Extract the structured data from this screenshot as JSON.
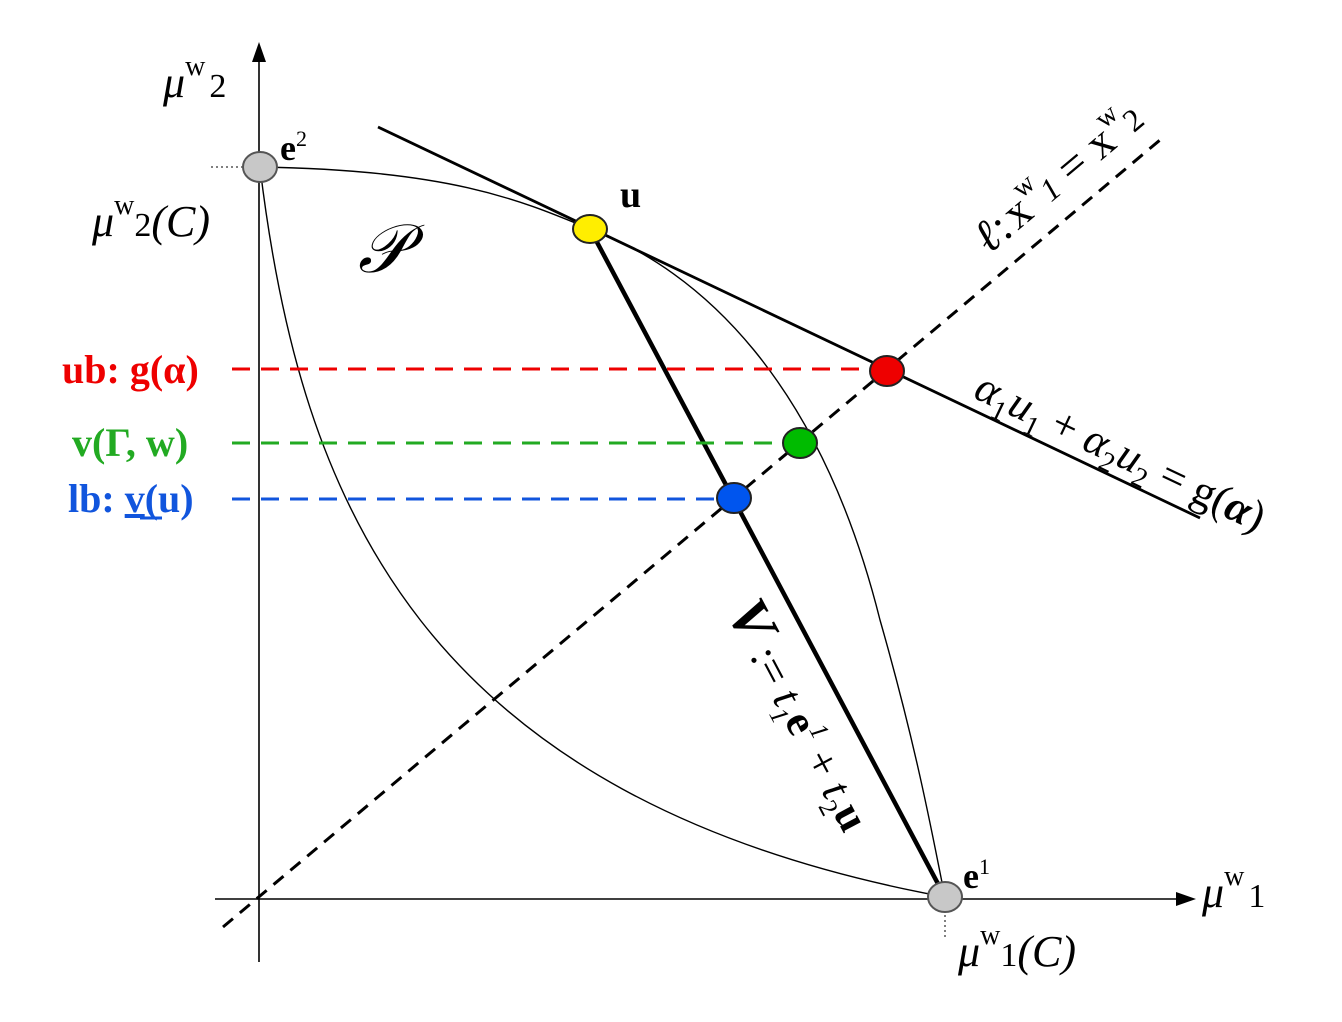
{
  "axes": {
    "x_label": {
      "sym": "μ",
      "sup": "w",
      "sub": "1"
    },
    "y_label": {
      "sym": "μ",
      "sup": "w",
      "sub": "2"
    },
    "x_tick": {
      "sym": "μ",
      "sup": "w",
      "sub": "1",
      "arg": "(C)"
    },
    "y_tick": {
      "sym": "μ",
      "sup": "w",
      "sub": "2",
      "arg": "(C)"
    }
  },
  "region_label": "𝒫",
  "points": {
    "e1": {
      "base": "e",
      "sup": "1",
      "fill": "#c8c8c8"
    },
    "e2": {
      "base": "e",
      "sup": "2",
      "fill": "#c8c8c8"
    },
    "u": {
      "label": "u",
      "fill": "#ffee00"
    },
    "ub": {
      "fill": "#ee0000"
    },
    "v": {
      "fill": "#00bb00"
    },
    "lb": {
      "fill": "#0055ee"
    }
  },
  "bounds": {
    "ub": {
      "prefix": "ub: ",
      "text": "g(α)",
      "color": "#ee0000"
    },
    "v": {
      "text": "v(Γ, w)",
      "color": "#22aa22"
    },
    "lb": {
      "prefix": "lb: ",
      "v": "v",
      "text": "(u)",
      "color": "#1155dd"
    }
  },
  "line_l": {
    "name": "ℓ",
    "colon": ":",
    "x": "x",
    "sup": "w",
    "sub1": "1",
    "eq": " = ",
    "sub2": "2"
  },
  "tangent_eq": {
    "a1": "α",
    "s1": "1",
    "u1": "u",
    "s2": "1",
    "plus": " + ",
    "a2": "α",
    "s3": "2",
    "u2": "u",
    "s4": "2",
    "eq": " = ",
    "g": "g(",
    "alpha": "α",
    "close": ")"
  },
  "segment_label": {
    "V": "V",
    "def": " := ",
    "t": "t",
    "s1": "1",
    "e": "e",
    "sup": "1",
    "plus": " + ",
    "t2": "t",
    "s2": "2",
    "u": "u"
  }
}
